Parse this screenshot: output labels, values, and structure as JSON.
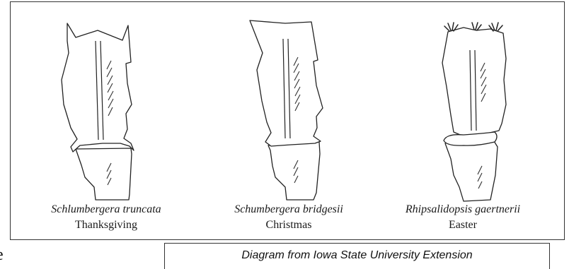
{
  "stray_text": "e",
  "figure": {
    "species": [
      {
        "scientific_name": "Schlumbergera truncata",
        "common_name": "Thanksgiving"
      },
      {
        "scientific_name": "Schumbergera bridgesii",
        "common_name": "Christmas"
      },
      {
        "scientific_name": "Rhipsalidopsis gaertnerii",
        "common_name": "Easter"
      }
    ]
  },
  "credit": "Diagram from Iowa State University Extension"
}
